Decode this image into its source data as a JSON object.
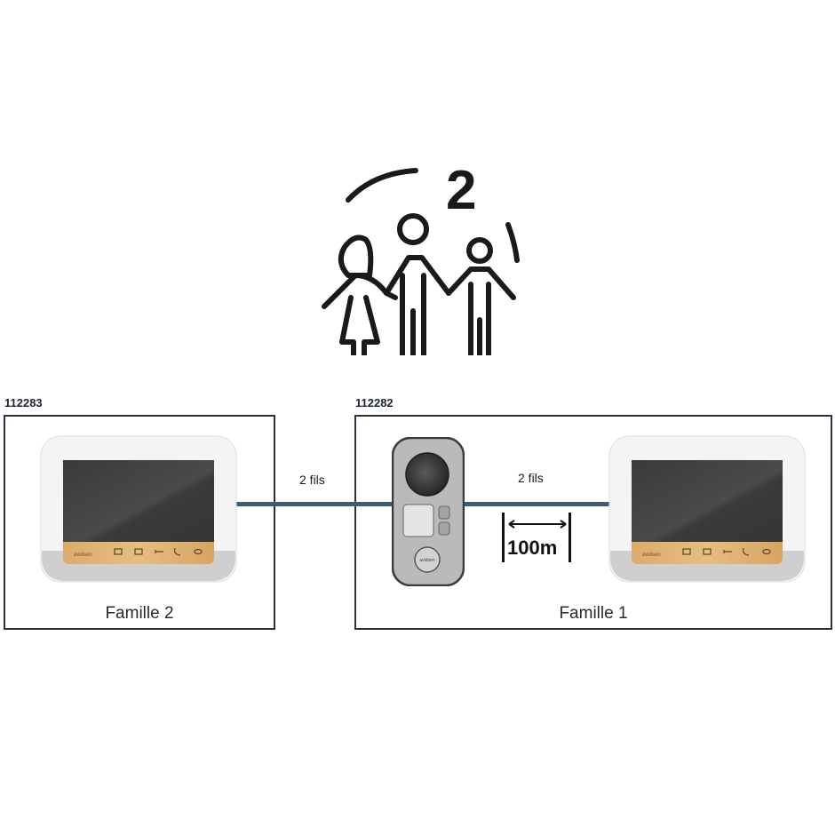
{
  "diagram": {
    "title_icon": "family-icon",
    "family_count": "2",
    "systems": [
      {
        "code": "112283",
        "label": "Famille 2",
        "devices": [
          {
            "type": "indoor-monitor",
            "brand": "avidsen",
            "buttons": [
              "camera-icon",
              "gallery-icon",
              "key-icon",
              "phone-icon",
              "eye-icon"
            ]
          }
        ]
      },
      {
        "code": "112282",
        "label": "Famille 1",
        "devices": [
          {
            "type": "outdoor-door-station",
            "brand": "avidsen"
          },
          {
            "type": "indoor-monitor",
            "brand": "avidsen",
            "buttons": [
              "camera-icon",
              "gallery-icon",
              "key-icon",
              "phone-icon",
              "eye-icon"
            ]
          }
        ]
      }
    ],
    "wires": [
      {
        "label": "2 fils",
        "from": "Famille 2 monitor",
        "to": "door-station"
      },
      {
        "label": "2 fils",
        "from": "door-station",
        "to": "Famille 1 monitor"
      }
    ],
    "distance": {
      "label": "100m",
      "icon": "double-arrow-icon"
    },
    "colors": {
      "wire": "#3e5c78",
      "box_border": "#2b3140",
      "panel_wood": "#d9a865",
      "screen": "#3d3d3d"
    }
  }
}
